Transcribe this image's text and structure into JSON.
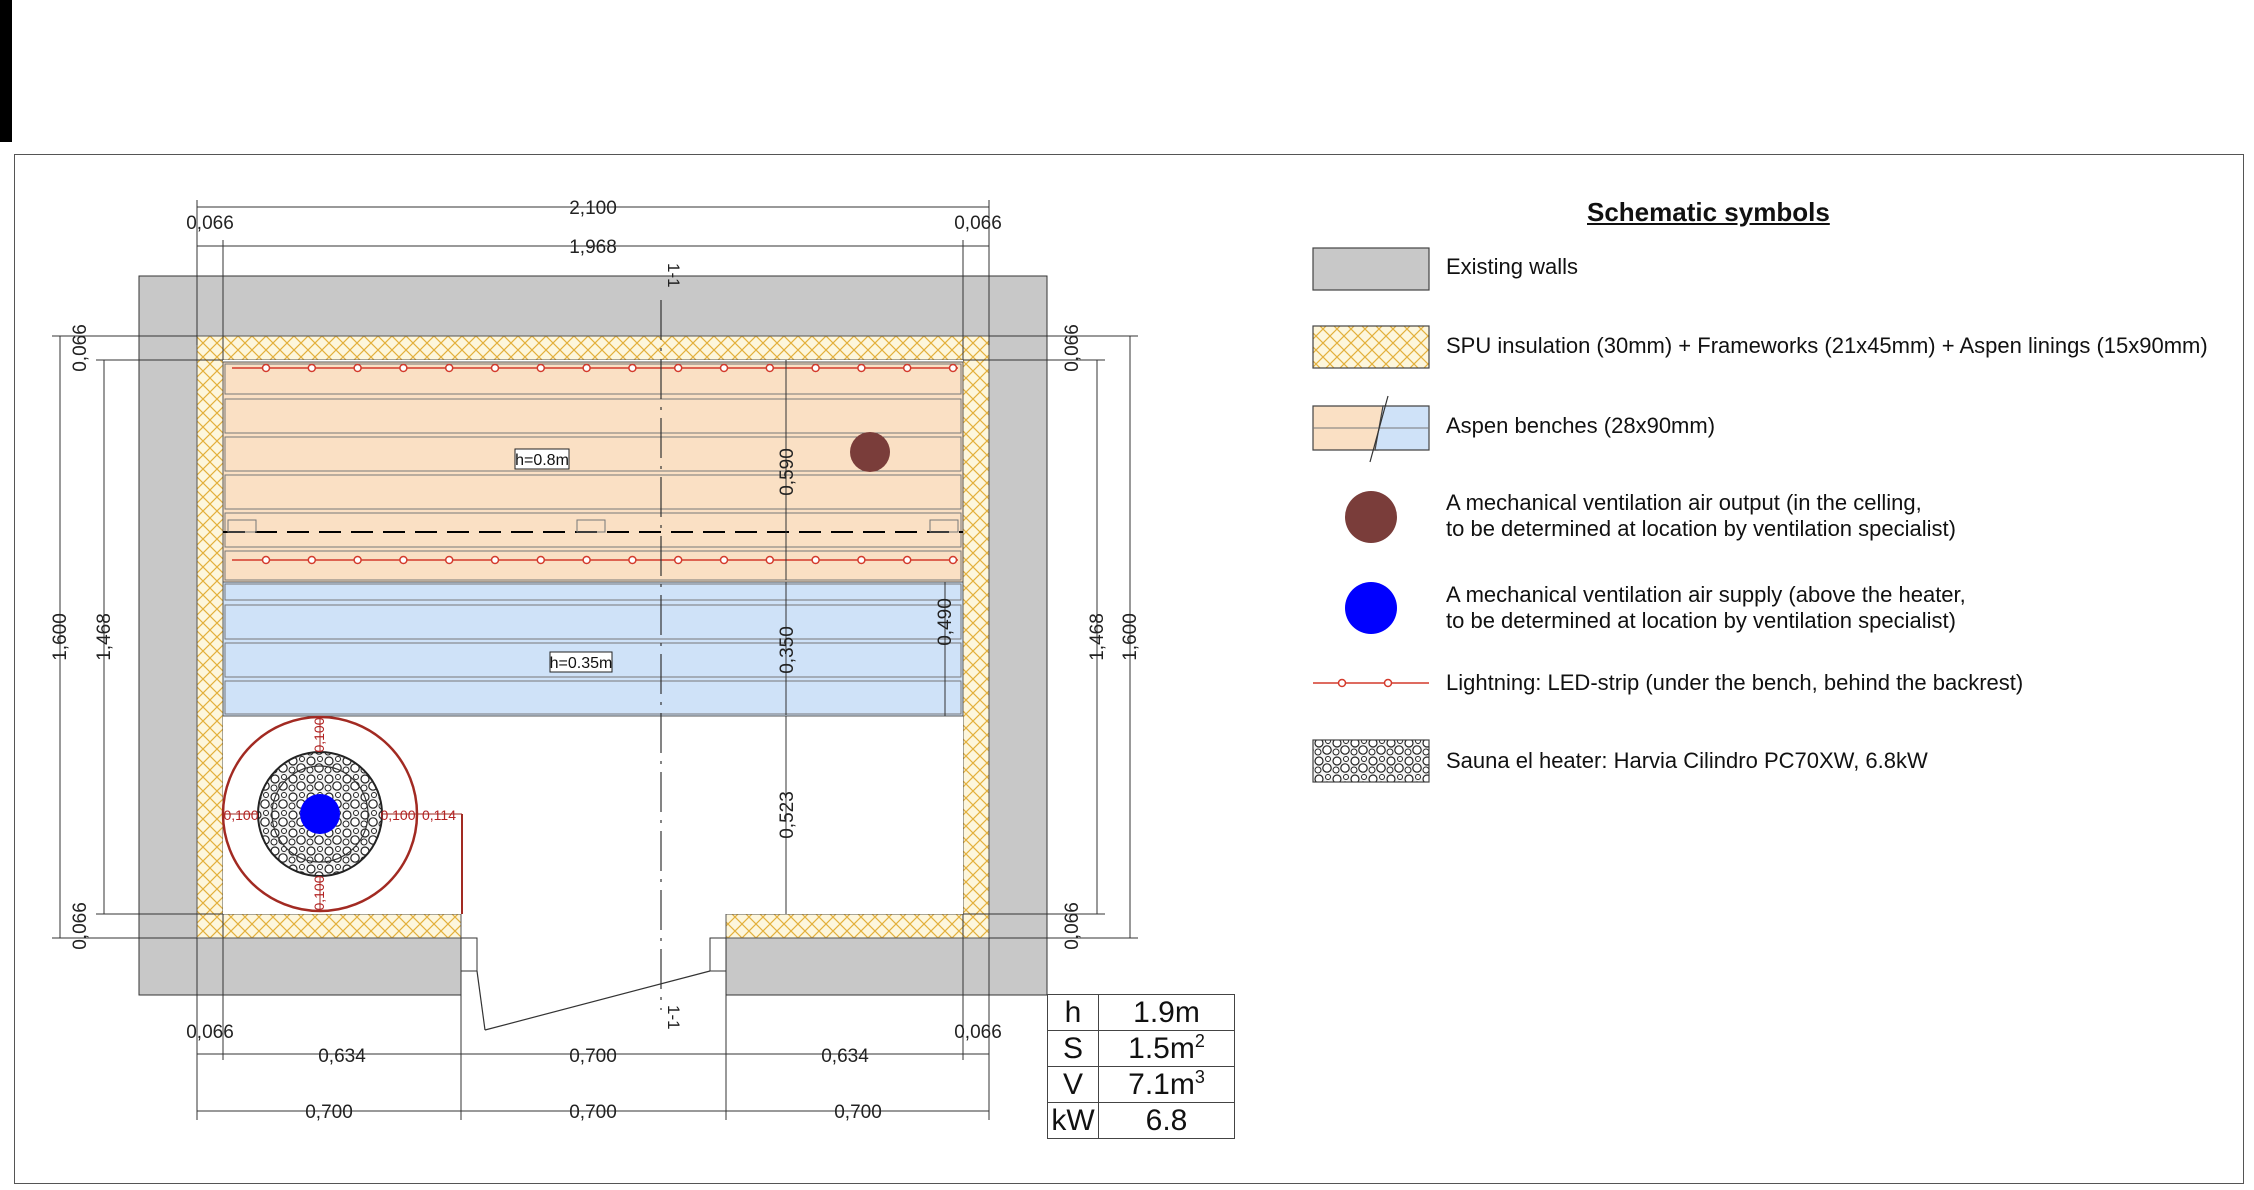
{
  "legend": {
    "title": "Schematic symbols",
    "items": [
      {
        "id": "walls",
        "label": "Existing walls"
      },
      {
        "id": "insulation",
        "label": "SPU insulation (30mm) + Frameworks (21x45mm) + Aspen linings (15x90mm)"
      },
      {
        "id": "benches",
        "label": "Aspen benches (28x90mm)"
      },
      {
        "id": "air-output",
        "line1": "A mechanical ventilation air output (in the celling,",
        "line2": "to be determined at location by ventilation specialist)"
      },
      {
        "id": "air-supply",
        "line1": "A mechanical ventilation air supply (above the heater,",
        "line2": "to be determined at location by ventilation specialist)"
      },
      {
        "id": "led",
        "label": "Lightning: LED-strip (under the bench, behind the backrest)"
      },
      {
        "id": "heater",
        "label": "Sauna el heater: Harvia Cilindro PC70XW, 6.8kW"
      }
    ]
  },
  "colors": {
    "walls": "#c8c8c8",
    "insulation_bg": "#fdf6dc",
    "insulation_hatch": "#e3b03c",
    "bench_upper": "#fae0c4",
    "bench_lower": "#cfe2f8",
    "air_output": "#7a3d3a",
    "air_supply": "#0000ff",
    "led": "#d33a2c",
    "heater_ring": "#a22a22"
  },
  "dimensions": {
    "top_total": "2,100",
    "top_inner": "1,968",
    "top_left_wall": "0,066",
    "top_right_wall": "0,066",
    "bottom_left_wall": "0,066",
    "bottom_right_wall": "0,066",
    "bottom_seg1": "0,634",
    "bottom_seg2": "0,700",
    "bottom_seg3": "0,634",
    "bottom2_seg1": "0,700",
    "bottom2_seg2": "0,700",
    "bottom2_seg3": "0,700",
    "left_total": "1,600",
    "left_inner": "1,468",
    "left_top_wall": "0,066",
    "left_bottom_wall": "0,066",
    "right_total": "1,600",
    "right_inner": "1,468",
    "right_top_wall": "0,066",
    "right_bottom_wall": "0,066",
    "mid_590": "0,590",
    "mid_350": "0,350",
    "mid_523": "0,523",
    "mid_490": "0,490",
    "heater_top": "0,100",
    "heater_bottom": "0,100",
    "heater_left": "0,100",
    "heater_right": "0,100",
    "heater_gap": "0,114",
    "section_mark_top": "1-1",
    "section_mark_bottom": "1-1"
  },
  "bench_labels": {
    "upper": "h=0.8m",
    "lower": "h=0.35m"
  },
  "specs": [
    {
      "key": "h",
      "value": "1.9m",
      "sup": ""
    },
    {
      "key": "S",
      "value": "1.5m",
      "sup": "2"
    },
    {
      "key": "V",
      "value": "7.1m",
      "sup": "3"
    },
    {
      "key": "kW",
      "value": "6.8",
      "sup": ""
    }
  ]
}
